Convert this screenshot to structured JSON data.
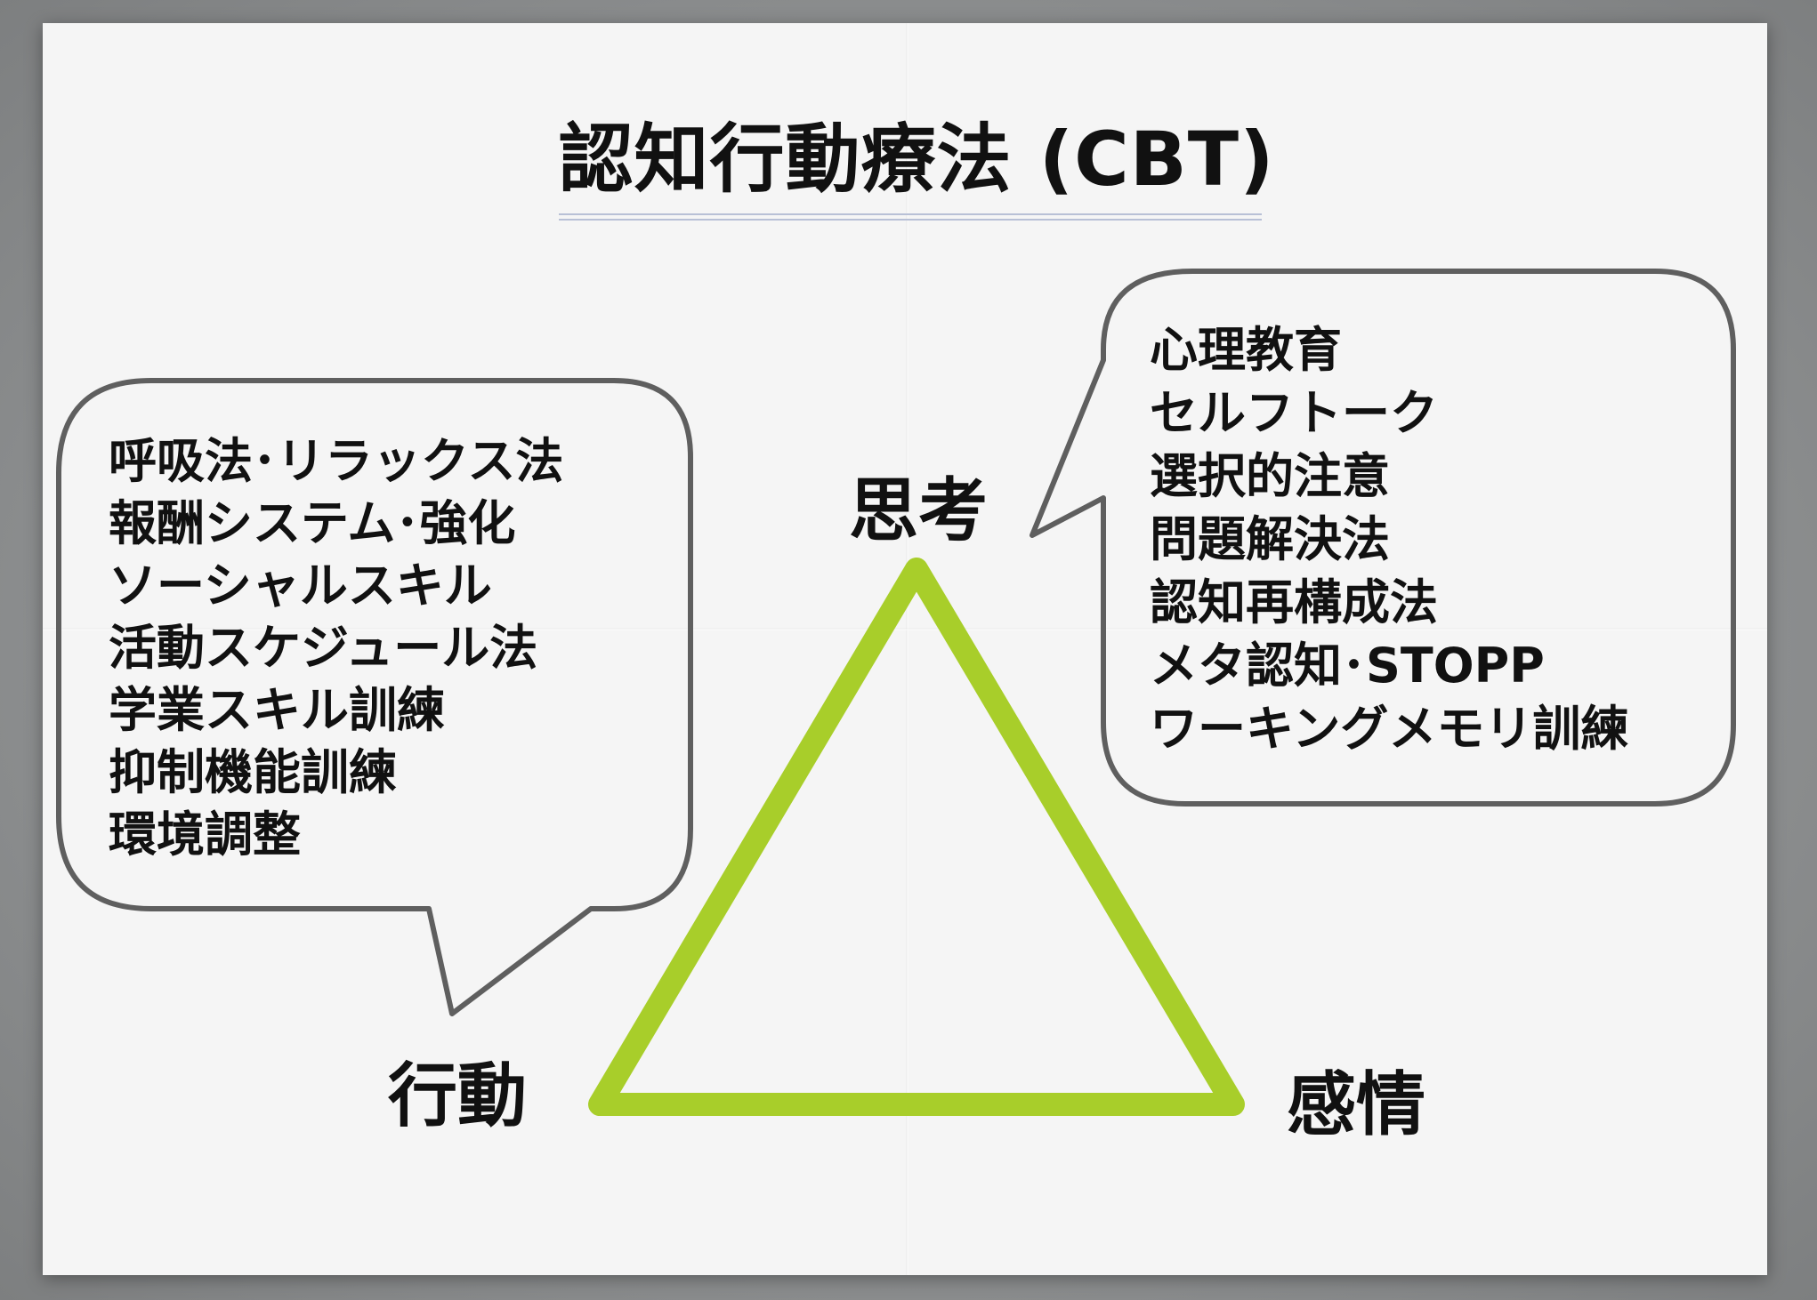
{
  "title": "認知行動療法 (CBT)",
  "colors": {
    "triangle": "#a8ce2a",
    "bubble_stroke": "#5f5f5f",
    "text": "#111111",
    "paper": "#f5f5f5",
    "rule": "#b8c0d6"
  },
  "nodes": {
    "thought": "思考",
    "behavior": "行動",
    "emotion": "感情"
  },
  "behavior_techniques": [
    "呼吸法･リラックス法",
    "報酬システム･強化",
    "ソーシャルスキル",
    "活動スケジュール法",
    "学業スキル訓練",
    "抑制機能訓練",
    "環境調整"
  ],
  "thought_techniques": [
    "心理教育",
    "セルフトーク",
    "選択的注意",
    "問題解決法",
    "認知再構成法",
    "メタ認知･STOPP",
    "ワーキングメモリ訓練"
  ]
}
